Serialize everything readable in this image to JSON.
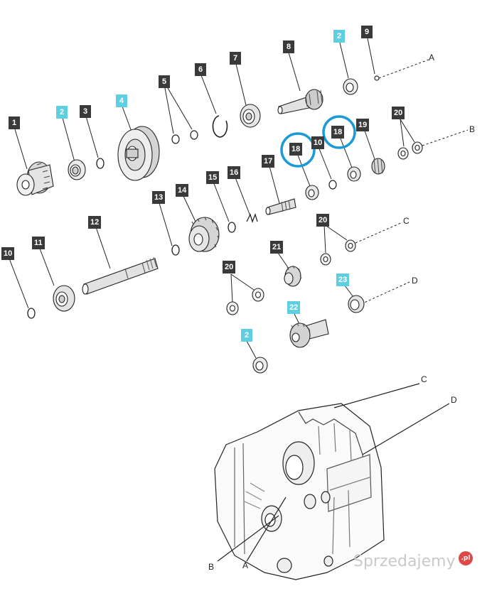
{
  "callouts": [
    {
      "id": "c1",
      "text": "1",
      "style": "dark"
    },
    {
      "id": "c2a",
      "text": "2",
      "style": "cyan"
    },
    {
      "id": "c3",
      "text": "3",
      "style": "dark"
    },
    {
      "id": "c4",
      "text": "4",
      "style": "cyan"
    },
    {
      "id": "c5",
      "text": "5",
      "style": "dark"
    },
    {
      "id": "c6",
      "text": "6",
      "style": "dark"
    },
    {
      "id": "c7",
      "text": "7",
      "style": "dark"
    },
    {
      "id": "c8",
      "text": "8",
      "style": "dark"
    },
    {
      "id": "c2b",
      "text": "2",
      "style": "cyan"
    },
    {
      "id": "c9",
      "text": "9",
      "style": "dark"
    },
    {
      "id": "c10a",
      "text": "10",
      "style": "dark"
    },
    {
      "id": "c18a",
      "text": "18",
      "style": "dark"
    },
    {
      "id": "c18b",
      "text": "18",
      "style": "dark"
    },
    {
      "id": "c19",
      "text": "19",
      "style": "dark"
    },
    {
      "id": "c20a",
      "text": "20",
      "style": "dark"
    },
    {
      "id": "c17",
      "text": "17",
      "style": "dark"
    },
    {
      "id": "c16",
      "text": "16",
      "style": "dark"
    },
    {
      "id": "c15",
      "text": "15",
      "style": "dark"
    },
    {
      "id": "c14",
      "text": "14",
      "style": "dark"
    },
    {
      "id": "c13",
      "text": "13",
      "style": "dark"
    },
    {
      "id": "c12",
      "text": "12",
      "style": "dark"
    },
    {
      "id": "c11",
      "text": "11",
      "style": "dark"
    },
    {
      "id": "c10b",
      "text": "10",
      "style": "dark"
    },
    {
      "id": "c20b",
      "text": "20",
      "style": "dark"
    },
    {
      "id": "c21",
      "text": "21",
      "style": "dark"
    },
    {
      "id": "c20c",
      "text": "20",
      "style": "dark"
    },
    {
      "id": "c23",
      "text": "23",
      "style": "cyan"
    },
    {
      "id": "c22",
      "text": "22",
      "style": "cyan"
    },
    {
      "id": "c2c",
      "text": "2",
      "style": "cyan"
    }
  ],
  "letters": {
    "a_top": "A",
    "b_top": "B",
    "c_mid": "C",
    "d_mid": "D",
    "c_housing": "C",
    "d_housing": "D",
    "b_housing": "B",
    "a_housing": "A"
  },
  "watermark": {
    "text": "Sprzedajemy",
    "badge": ".pl"
  },
  "colors": {
    "callout_dark": "#3a3a3a",
    "callout_cyan": "#5ecfe0",
    "highlight_ring": "#1a9ad6",
    "line": "#222222"
  }
}
